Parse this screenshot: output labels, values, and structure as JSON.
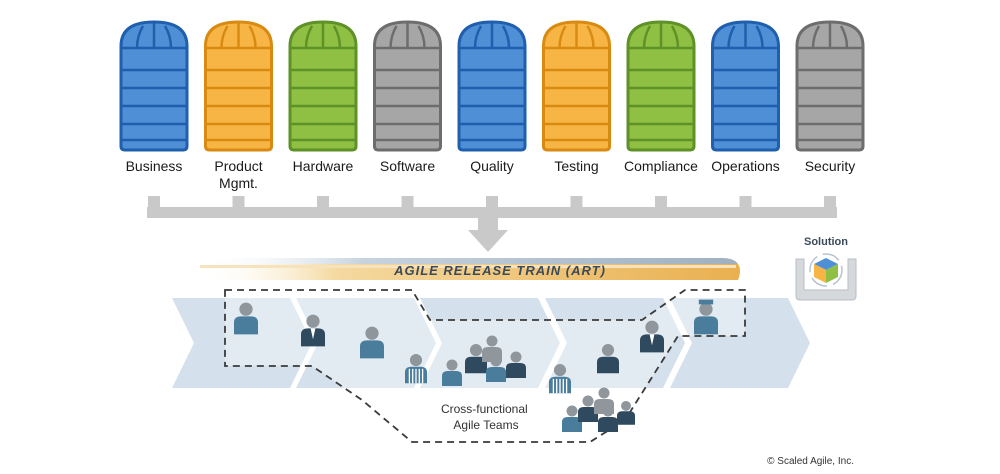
{
  "silos": [
    {
      "label_lines": [
        "Business"
      ],
      "color": "blue"
    },
    {
      "label_lines": [
        "Product",
        "Mgmt."
      ],
      "color": "orange"
    },
    {
      "label_lines": [
        "Hardware"
      ],
      "color": "green"
    },
    {
      "label_lines": [
        "Software"
      ],
      "color": "gray"
    },
    {
      "label_lines": [
        "Quality"
      ],
      "color": "blue"
    },
    {
      "label_lines": [
        "Testing"
      ],
      "color": "orange"
    },
    {
      "label_lines": [
        "Compliance"
      ],
      "color": "green"
    },
    {
      "label_lines": [
        "Operations"
      ],
      "color": "blue"
    },
    {
      "label_lines": [
        "Security"
      ],
      "color": "gray"
    }
  ],
  "palette": {
    "blue": {
      "fill": "#4e8fd6",
      "stroke": "#1f5fae"
    },
    "orange": {
      "fill": "#f7b546",
      "stroke": "#d98a10"
    },
    "green": {
      "fill": "#8fc043",
      "stroke": "#5e9127"
    },
    "gray": {
      "fill": "#a6a6a6",
      "stroke": "#6d6d6d"
    },
    "connector": "#c9c9c9",
    "chevron": "#d4e0ec",
    "person_teal": "#4a7d9c",
    "person_dark": "#2f4a5e",
    "person_gray": "#8f969c"
  },
  "art": {
    "title": "AGILE RELEASE TRAIN (ART)"
  },
  "teams": {
    "label_lines": [
      "Cross-functional",
      "Agile Teams"
    ]
  },
  "solution": {
    "label": "Solution"
  },
  "copyright": "© Scaled Agile, Inc."
}
